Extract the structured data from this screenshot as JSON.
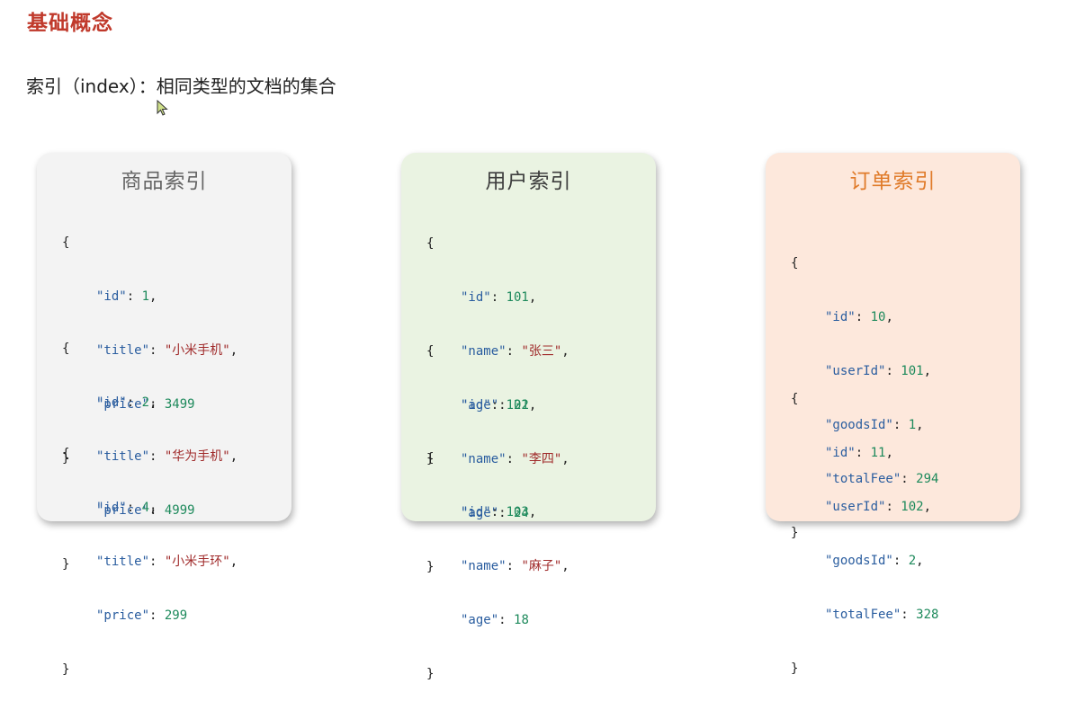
{
  "header": {
    "title": "基础概念",
    "subtitle": "索引（index）：相同类型的文档的集合"
  },
  "cards": {
    "goods": {
      "title": "商品索引",
      "docs": [
        {
          "id": "1",
          "title": "\"小米手机\"",
          "price": "3499"
        },
        {
          "id": "2",
          "title": "\"华为手机\"",
          "price": "4999"
        },
        {
          "id": "4",
          "title": "\"小米手环\"",
          "price": "299"
        }
      ]
    },
    "users": {
      "title": "用户索引",
      "docs": [
        {
          "id": "101",
          "name": "\"张三\"",
          "age": "21"
        },
        {
          "id": "102",
          "name": "\"李四\"",
          "age": "24"
        },
        {
          "id": "103",
          "name": "\"麻子\"",
          "age": "18"
        }
      ]
    },
    "orders": {
      "title": "订单索引",
      "docs": [
        {
          "id": "10",
          "userId": "101",
          "goodsId": "1",
          "totalFee": "294"
        },
        {
          "id": "11",
          "userId": "102",
          "goodsId": "2",
          "totalFee": "328"
        }
      ]
    }
  },
  "json_syntax": {
    "open_brace": "{",
    "close_brace": "}",
    "keys": {
      "id": "\"id\"",
      "title": "\"title\"",
      "price": "\"price\"",
      "name": "\"name\"",
      "age": "\"age\"",
      "userId": "\"userId\"",
      "goodsId": "\"goodsId\"",
      "totalFee": "\"totalFee\""
    }
  },
  "colors": {
    "title_red": "#c0392b",
    "json_key": "#2a5d9f",
    "json_number": "#1e8a5c",
    "json_string": "#a02b2b",
    "goods_card_bg": "#f3f3f3",
    "users_card_bg": "#eaf3e2",
    "orders_card_bg": "#fde8dc",
    "orders_title": "#e07b2a"
  },
  "icons": {
    "cursor": "mouse-pointer-icon"
  }
}
